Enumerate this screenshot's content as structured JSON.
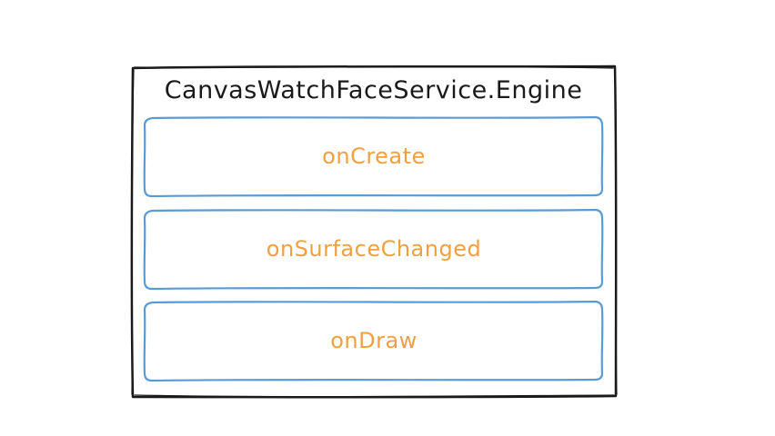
{
  "colors": {
    "outer_stroke": "#1a1a1a",
    "outer_text": "#1a1a1a",
    "method_stroke": "#5b9bd5",
    "method_text": "#f0a040",
    "background": "#ffffff"
  },
  "outer": {
    "title": "CanvasWatchFaceService.Engine"
  },
  "methods": [
    {
      "label": "onCreate"
    },
    {
      "label": "onSurfaceChanged"
    },
    {
      "label": "onDraw"
    }
  ]
}
